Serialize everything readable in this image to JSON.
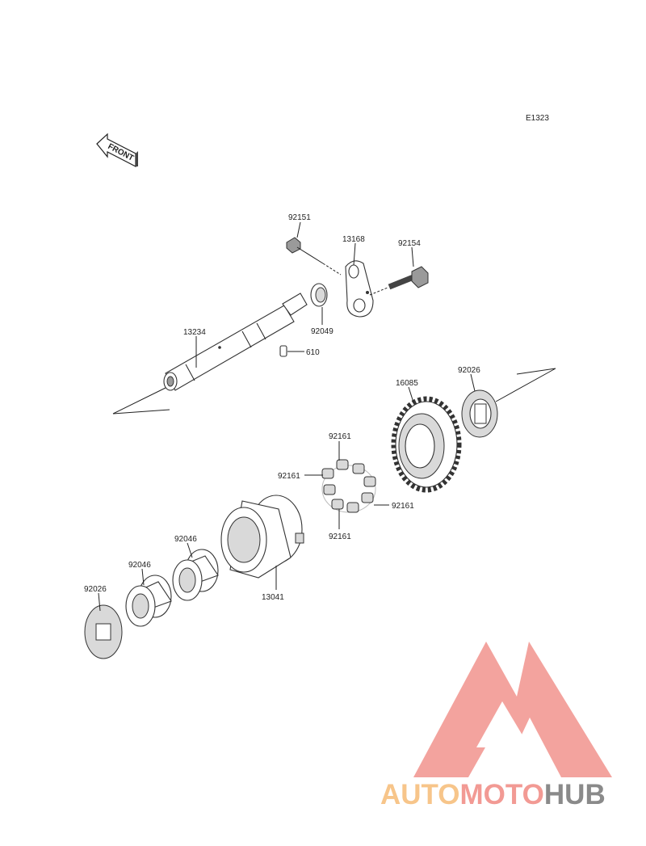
{
  "diagram": {
    "code": "E1323",
    "front_label": "FRONT",
    "parts": {
      "p92151": "92151",
      "p13168": "13168",
      "p92154": "92154",
      "p13234": "13234",
      "p92049": "92049",
      "p610": "610",
      "p16085": "16085",
      "p92026_top": "92026",
      "p92161_top": "92161",
      "p92161_left": "92161",
      "p92161_right": "92161",
      "p92161_bottom": "92161",
      "p92046_upper": "92046",
      "p92046_lower": "92046",
      "p13041": "13041",
      "p92026_bottom": "92026"
    }
  },
  "watermark": {
    "brand_part1": "AUTO",
    "brand_part2": "MOTO",
    "brand_part3": "HUB",
    "colors": {
      "orange": "#f7c58a",
      "red": "#f29a94",
      "gray": "#8a8a8a"
    }
  }
}
